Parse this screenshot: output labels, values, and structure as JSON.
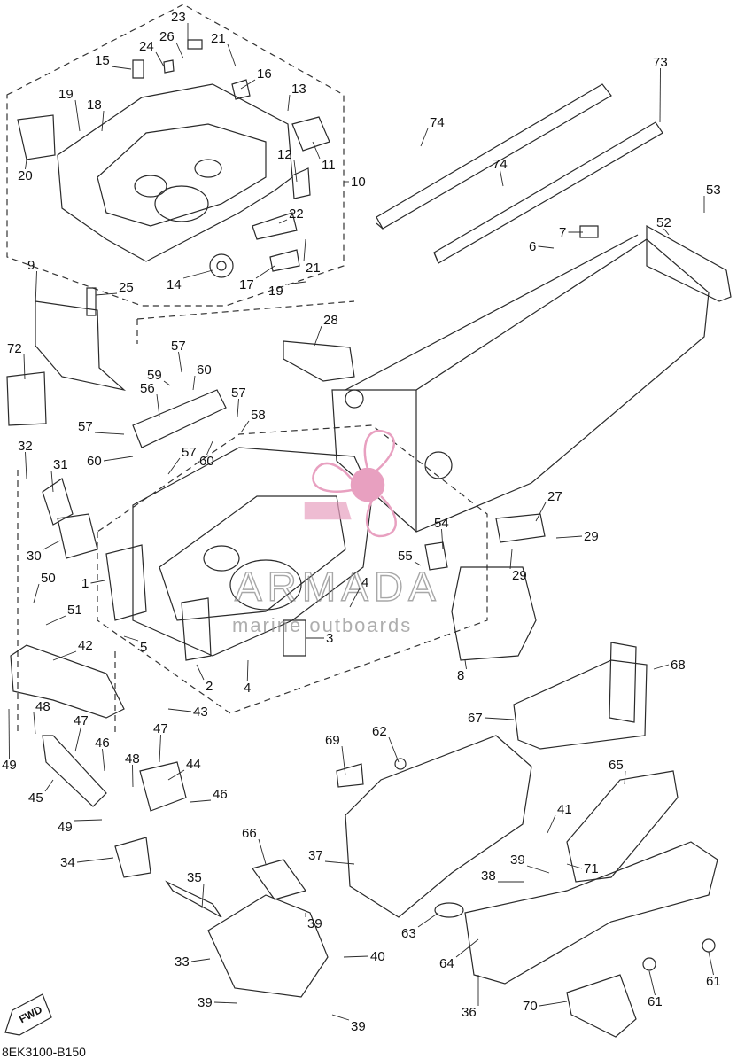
{
  "callouts": [
    {
      "id": "c23",
      "text": "23"
    },
    {
      "id": "c26",
      "text": "26"
    },
    {
      "id": "c24",
      "text": "24"
    },
    {
      "id": "c21a",
      "text": "21"
    },
    {
      "id": "c15",
      "text": "15"
    },
    {
      "id": "c16",
      "text": "16"
    },
    {
      "id": "c13",
      "text": "13"
    },
    {
      "id": "c19a",
      "text": "19"
    },
    {
      "id": "c18",
      "text": "18"
    },
    {
      "id": "c20",
      "text": "20"
    },
    {
      "id": "c11",
      "text": "11"
    },
    {
      "id": "c12",
      "text": "12"
    },
    {
      "id": "c10",
      "text": "10"
    },
    {
      "id": "c22",
      "text": "22"
    },
    {
      "id": "c21b",
      "text": "21"
    },
    {
      "id": "c14",
      "text": "14"
    },
    {
      "id": "c17",
      "text": "17"
    },
    {
      "id": "c19b",
      "text": "19"
    },
    {
      "id": "c73",
      "text": "73"
    },
    {
      "id": "c74a",
      "text": "74"
    },
    {
      "id": "c74b",
      "text": "74"
    },
    {
      "id": "c7",
      "text": "7"
    },
    {
      "id": "c6",
      "text": "6"
    },
    {
      "id": "c52",
      "text": "52"
    },
    {
      "id": "c53",
      "text": "53"
    },
    {
      "id": "c9",
      "text": "9"
    },
    {
      "id": "c25",
      "text": "25"
    },
    {
      "id": "c28",
      "text": "28"
    },
    {
      "id": "c72",
      "text": "72"
    },
    {
      "id": "c57a",
      "text": "57"
    },
    {
      "id": "c59",
      "text": "59"
    },
    {
      "id": "c60a",
      "text": "60"
    },
    {
      "id": "c57b",
      "text": "57"
    },
    {
      "id": "c56",
      "text": "56"
    },
    {
      "id": "c58",
      "text": "58"
    },
    {
      "id": "c57c",
      "text": "57"
    },
    {
      "id": "c60b",
      "text": "60"
    },
    {
      "id": "c57d",
      "text": "57"
    },
    {
      "id": "c60c",
      "text": "60"
    },
    {
      "id": "c32",
      "text": "32"
    },
    {
      "id": "c31",
      "text": "31"
    },
    {
      "id": "c30",
      "text": "30"
    },
    {
      "id": "c27",
      "text": "27"
    },
    {
      "id": "c29a",
      "text": "29"
    },
    {
      "id": "c54",
      "text": "54"
    },
    {
      "id": "c55",
      "text": "55"
    },
    {
      "id": "c29b",
      "text": "29"
    },
    {
      "id": "c50",
      "text": "50"
    },
    {
      "id": "c1",
      "text": "1"
    },
    {
      "id": "c4a",
      "text": "4"
    },
    {
      "id": "c51",
      "text": "51"
    },
    {
      "id": "c5",
      "text": "5"
    },
    {
      "id": "c3",
      "text": "3"
    },
    {
      "id": "c42",
      "text": "42"
    },
    {
      "id": "c2",
      "text": "2"
    },
    {
      "id": "c4b",
      "text": "4"
    },
    {
      "id": "c8",
      "text": "8"
    },
    {
      "id": "c68",
      "text": "68"
    },
    {
      "id": "c43",
      "text": "43"
    },
    {
      "id": "c48a",
      "text": "48"
    },
    {
      "id": "c47a",
      "text": "47"
    },
    {
      "id": "c67",
      "text": "67"
    },
    {
      "id": "c49a",
      "text": "49"
    },
    {
      "id": "c46a",
      "text": "46"
    },
    {
      "id": "c47b",
      "text": "47"
    },
    {
      "id": "c62",
      "text": "62"
    },
    {
      "id": "c69",
      "text": "69"
    },
    {
      "id": "c45",
      "text": "45"
    },
    {
      "id": "c48b",
      "text": "48"
    },
    {
      "id": "c44",
      "text": "44"
    },
    {
      "id": "c65",
      "text": "65"
    },
    {
      "id": "c46b",
      "text": "46"
    },
    {
      "id": "c49b",
      "text": "49"
    },
    {
      "id": "c41",
      "text": "41"
    },
    {
      "id": "c66",
      "text": "66"
    },
    {
      "id": "c37",
      "text": "37"
    },
    {
      "id": "c39a",
      "text": "39"
    },
    {
      "id": "c34",
      "text": "34"
    },
    {
      "id": "c38",
      "text": "38"
    },
    {
      "id": "c71",
      "text": "71"
    },
    {
      "id": "c35",
      "text": "35"
    },
    {
      "id": "c39b",
      "text": "39"
    },
    {
      "id": "c63",
      "text": "63"
    },
    {
      "id": "c40",
      "text": "40"
    },
    {
      "id": "c33",
      "text": "33"
    },
    {
      "id": "c64",
      "text": "64"
    },
    {
      "id": "c61a",
      "text": "61"
    },
    {
      "id": "c39c",
      "text": "39"
    },
    {
      "id": "c36",
      "text": "36"
    },
    {
      "id": "c70",
      "text": "70"
    },
    {
      "id": "c61b",
      "text": "61"
    },
    {
      "id": "c39d",
      "text": "39"
    }
  ],
  "watermark": {
    "brand": "ARMADA",
    "tagline": "marine outboards"
  },
  "fwd_marker": "FWD",
  "drawing_code": "8EK3100-B150",
  "colors": {
    "line": "#2a2a2a",
    "watermark_pink": "#e8a0c0",
    "background": "#ffffff"
  }
}
